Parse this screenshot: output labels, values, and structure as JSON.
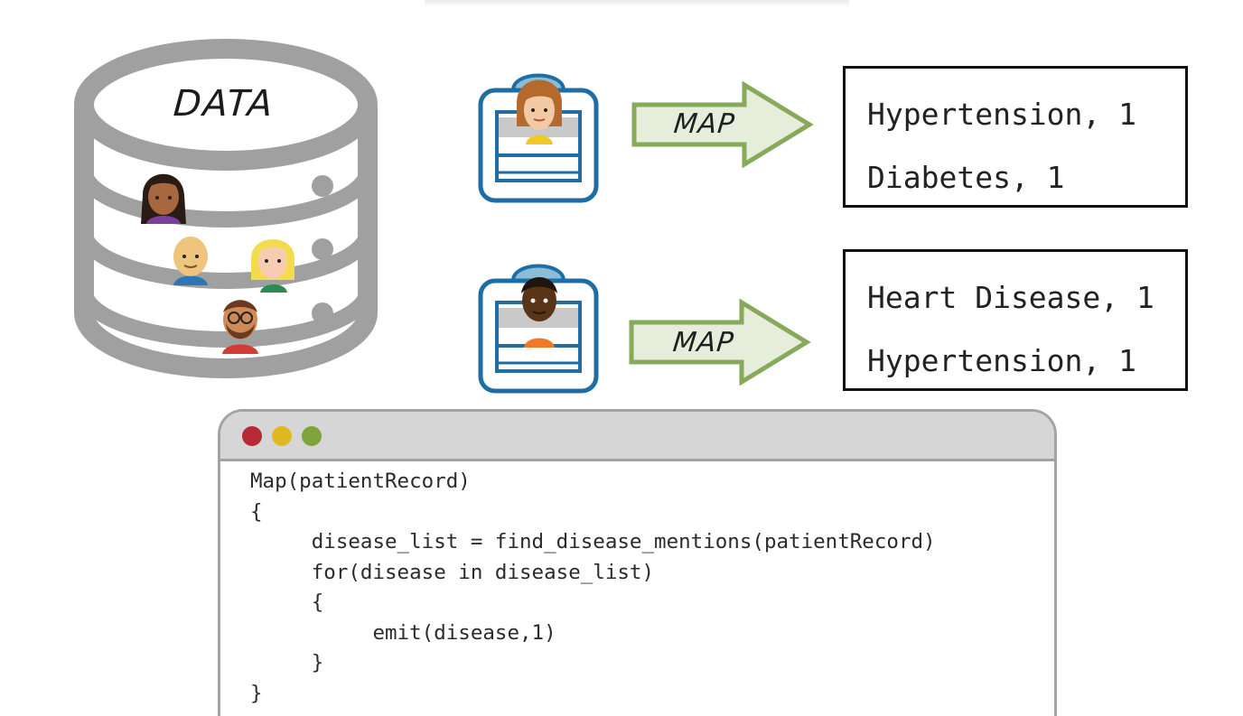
{
  "database": {
    "label": "DATA"
  },
  "mappers": [
    {
      "arrow_label": "MAP",
      "outputs": [
        "Hypertension, 1",
        "Diabetes, 1"
      ]
    },
    {
      "arrow_label": "MAP",
      "outputs": [
        "Heart Disease, 1",
        "Hypertension, 1"
      ]
    }
  ],
  "code_window": {
    "traffic_lights": [
      "#b52a35",
      "#e0b820",
      "#7ea43c"
    ],
    "lines": [
      "Map(patientRecord)",
      "{",
      "     disease_list = find_disease_mentions(patientRecord)",
      "     for(disease in disease_list)",
      "     {",
      "          emit(disease,1)",
      "     }",
      "}"
    ]
  },
  "colors": {
    "arrow_fill": "#e6eedb",
    "arrow_stroke": "#86a95a",
    "database_gray": "#a0a0a0",
    "card_outline": "#1e6ea5",
    "card_header": "#8bbcd8"
  }
}
